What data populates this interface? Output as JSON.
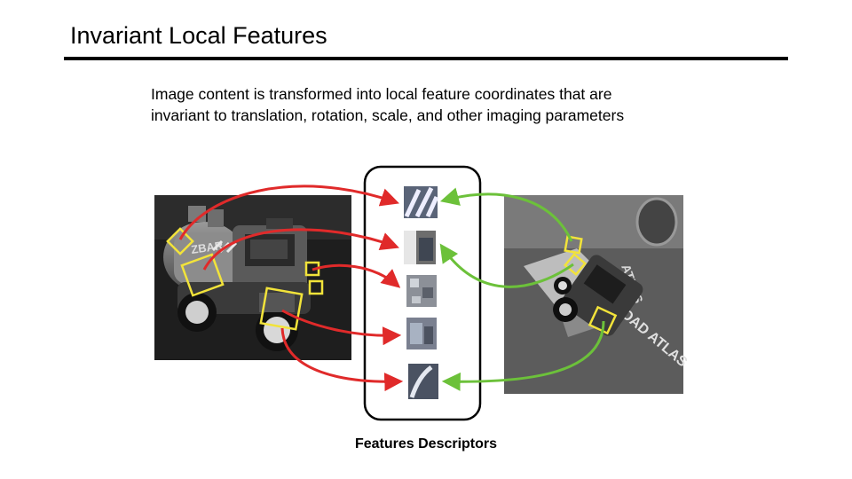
{
  "slide": {
    "title": "Invariant Local Features",
    "subtitle_line1": "Image content is transformed into local feature coordinates that are",
    "subtitle_line2": "invariant to translation, rotation, scale, and other imaging parameters",
    "caption": "Features Descriptors"
  },
  "colors": {
    "left_arrows": "#e02a2a",
    "right_arrows": "#6cc13a",
    "feature_box": "#f2e33a",
    "rule": "#000000"
  },
  "images": {
    "left": {
      "subject": "toy truck photo (grayscale)",
      "visible_text": "ZBAR"
    },
    "right": {
      "subject": "toy truck in cluttered scene (grayscale)",
      "visible_text": "ROAD ATLAS"
    }
  },
  "descriptors": {
    "count": 5
  }
}
